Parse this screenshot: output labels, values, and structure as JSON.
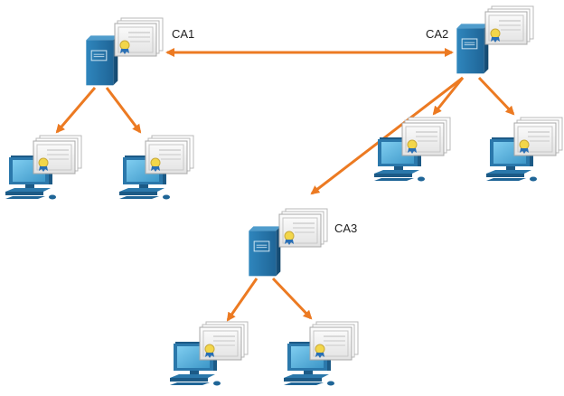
{
  "colors": {
    "arrow": "#ec7a22",
    "server": "#2b78ab",
    "server_dark": "#1c5a86",
    "monitor": "#2b6f9c",
    "screen": "#5ab6e0",
    "certificate": "#f4f4f4",
    "seal": "#f2d64a"
  },
  "diagram": {
    "nodes": [
      {
        "id": "ca1",
        "kind": "server",
        "label": "CA1"
      },
      {
        "id": "ca2",
        "kind": "server",
        "label": "CA2"
      },
      {
        "id": "ca3",
        "kind": "server",
        "label": "CA3"
      },
      {
        "id": "pc1",
        "kind": "computer",
        "label": ""
      },
      {
        "id": "pc2",
        "kind": "computer",
        "label": ""
      },
      {
        "id": "pc3",
        "kind": "computer",
        "label": ""
      },
      {
        "id": "pc4",
        "kind": "computer",
        "label": ""
      },
      {
        "id": "pc5",
        "kind": "computer",
        "label": ""
      },
      {
        "id": "pc6",
        "kind": "computer",
        "label": ""
      }
    ],
    "edges": [
      {
        "from": "ca1",
        "to": "ca2",
        "bidirectional": true
      },
      {
        "from": "ca2",
        "to": "ca3",
        "bidirectional": false
      },
      {
        "from": "ca1",
        "to": "pc1",
        "bidirectional": false
      },
      {
        "from": "ca1",
        "to": "pc2",
        "bidirectional": false
      },
      {
        "from": "ca2",
        "to": "pc3",
        "bidirectional": false
      },
      {
        "from": "ca2",
        "to": "pc4",
        "bidirectional": false
      },
      {
        "from": "ca3",
        "to": "pc5",
        "bidirectional": false
      },
      {
        "from": "ca3",
        "to": "pc6",
        "bidirectional": false
      }
    ]
  }
}
